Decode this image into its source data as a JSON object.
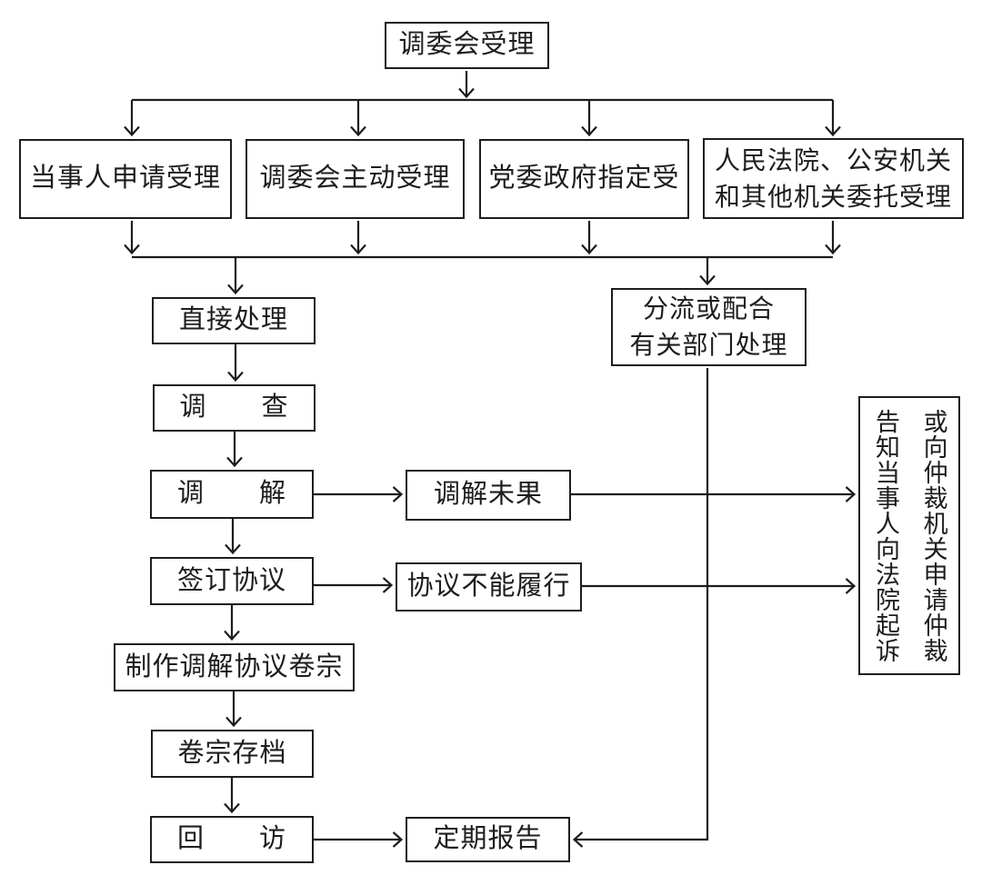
{
  "colors": {
    "background": "#ffffff",
    "line": "#1d1d1d",
    "box_fill": "#ffffff",
    "box_border": "#1d1d1d"
  },
  "nodes": {
    "top": {
      "label": "调委会受理"
    },
    "party_apply": {
      "label": "当事人申请受理"
    },
    "committee_initiative": {
      "label": "调委会主动受理"
    },
    "gov_designated": {
      "label": "党委政府指定受"
    },
    "court_entrusted": {
      "label": "人民法院、公安机关\n和其他机关委托受理"
    },
    "direct_handling": {
      "label": "直接处理"
    },
    "diversion": {
      "label": "分流或配合\n有关部门处理"
    },
    "investigation": {
      "label": "调　　查"
    },
    "mediation": {
      "label": "调　　解"
    },
    "mediation_failed": {
      "label": "调解未果"
    },
    "sign_agreement": {
      "label": "签订协议"
    },
    "agreement_unfulfilled": {
      "label": "协议不能履行"
    },
    "notify_parties": {
      "label": "告知当事人向法院起诉\n或向仲裁机关申请仲裁"
    },
    "make_dossier": {
      "label": "制作调解协议卷宗"
    },
    "archive_dossier": {
      "label": "卷宗存档"
    },
    "return_visit": {
      "label": "回　　访"
    },
    "periodic_report": {
      "label": "定期报告"
    }
  },
  "edges": [
    {
      "from": "top",
      "to": "party_apply"
    },
    {
      "from": "top",
      "to": "committee_initiative"
    },
    {
      "from": "top",
      "to": "gov_designated"
    },
    {
      "from": "top",
      "to": "court_entrusted"
    },
    {
      "from": "party_apply",
      "to": "direct_handling"
    },
    {
      "from": "committee_initiative",
      "to": "direct_handling"
    },
    {
      "from": "gov_designated",
      "to": "diversion"
    },
    {
      "from": "court_entrusted",
      "to": "diversion"
    },
    {
      "from": "direct_handling",
      "to": "investigation"
    },
    {
      "from": "investigation",
      "to": "mediation"
    },
    {
      "from": "mediation",
      "to": "mediation_failed"
    },
    {
      "from": "mediation",
      "to": "sign_agreement"
    },
    {
      "from": "mediation_failed",
      "to": "notify_parties"
    },
    {
      "from": "sign_agreement",
      "to": "agreement_unfulfilled"
    },
    {
      "from": "agreement_unfulfilled",
      "to": "notify_parties"
    },
    {
      "from": "sign_agreement",
      "to": "make_dossier"
    },
    {
      "from": "make_dossier",
      "to": "archive_dossier"
    },
    {
      "from": "archive_dossier",
      "to": "return_visit"
    },
    {
      "from": "return_visit",
      "to": "periodic_report"
    },
    {
      "from": "diversion",
      "to": "periodic_report"
    }
  ]
}
